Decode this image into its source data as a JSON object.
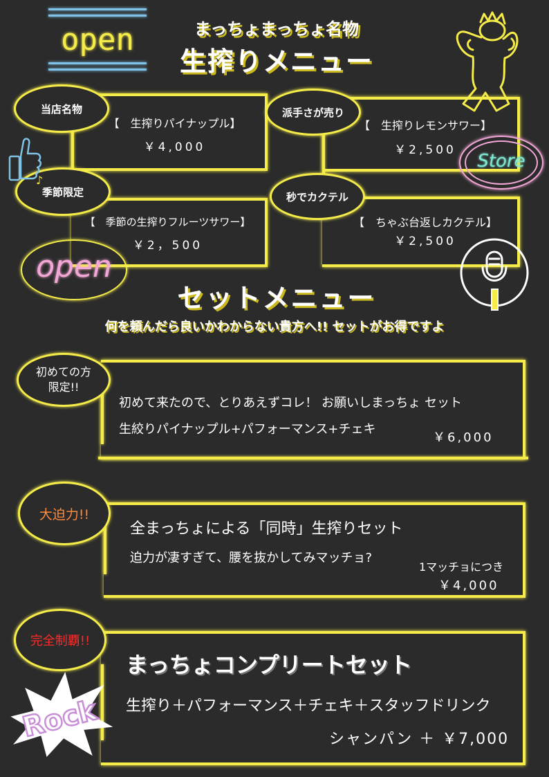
{
  "header": {
    "neon_open": "open",
    "subtitle": "まっちょまっちょ名物",
    "title": "生搾りメニュー"
  },
  "shibori_menu": [
    {
      "badge": "当店名物",
      "item": "【　生搾りパイナップル】",
      "price": "￥4,000"
    },
    {
      "badge": "派手さが売り",
      "item": "【　生搾りレモンサワー】",
      "price": "￥2,500"
    },
    {
      "badge": "季節限定",
      "item": "【　季節の生搾りフルーツサワー】",
      "price": "￥2，500"
    },
    {
      "badge": "秒でカクテル",
      "item": "【　ちゃぶ台返しカクテル】",
      "price": "￥2,500"
    }
  ],
  "decor": {
    "store_sign": "Store",
    "open_sign": "open",
    "rock_sign": "Rock"
  },
  "set_menu": {
    "title": "セットメニュー",
    "tagline": "何を頼んだら良いかわからない貴方へ!! セットがお得ですよ",
    "sets": [
      {
        "badge": "初めての方\n限定!!",
        "name": "初めて来たので、とりあえずコレ！ お願いしまっちょ セット",
        "desc": "生絞りパイナップル+パフォーマンス+チェキ",
        "price": "￥6,000",
        "price_note": "",
        "badge_color": "#ffffff"
      },
      {
        "badge": "大迫力!!",
        "name": "全まっちょによる「同時」生搾りセット",
        "desc": "迫力が凄すぎて、腰を抜かしてみマッチョ?",
        "price": "￥4,000",
        "price_note": "1マッチョにつき",
        "badge_color": "#ff8a3d"
      },
      {
        "badge": "完全制覇!!",
        "name": "まっちょコンプリートセット",
        "desc": "生搾り＋パフォーマンス＋チェキ＋スタッフドリンク",
        "price": "シャンパン ＋ ￥7,000",
        "price_note": "",
        "badge_color": "#ff2a2a"
      }
    ]
  },
  "colors": {
    "background": "#2b2b2b",
    "neon_yellow": "#f5ec4a",
    "neon_blue": "#7fc4e8",
    "neon_pink": "#f3a7d6"
  }
}
